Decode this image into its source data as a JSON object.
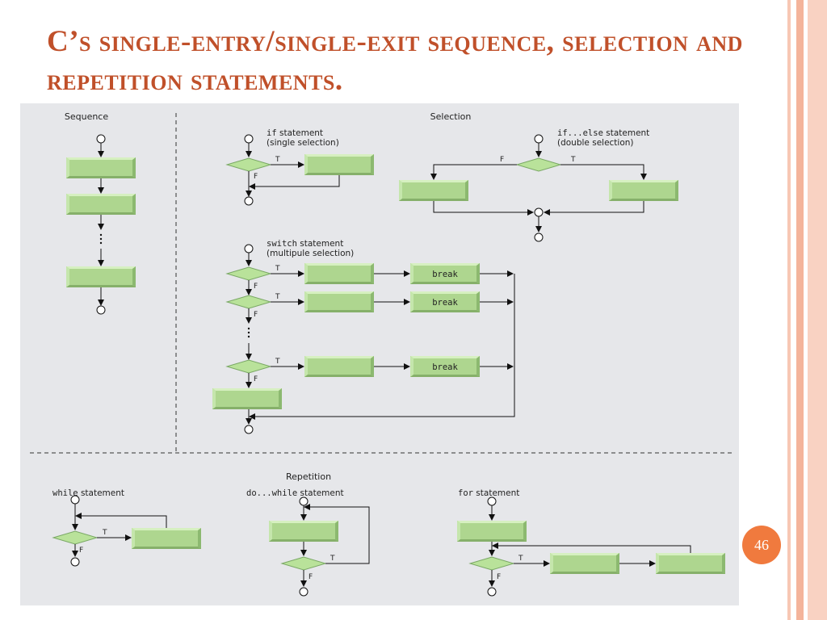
{
  "slide": {
    "title": "C’s single-entry/single-exit sequence, selection and repetition statements.",
    "page_number": "46"
  },
  "colors": {
    "title": "#c0502a",
    "box_fill": "#aed68f",
    "diamond_fill": "#b9e29a",
    "figure_bg": "#e6e7ea",
    "page_badge": "#f07a3e",
    "stripe": "#f7c7b4"
  },
  "diagram": {
    "sections": {
      "sequence": "Sequence",
      "selection": "Selection",
      "repetition": "Repetition"
    },
    "if_statement": {
      "keyword": "if",
      "rest": " statement",
      "sub": "(single selection)"
    },
    "if_else_statement": {
      "keyword": "if...else",
      "rest": " statement",
      "sub": "(double selection)"
    },
    "switch_statement": {
      "keyword": "switch",
      "rest": " statement",
      "sub": "(multipule selection)"
    },
    "while_statement": {
      "keyword": "while",
      "rest": " statement"
    },
    "do_while_statement": {
      "keyword": "do...while",
      "rest": " statement"
    },
    "for_statement": {
      "keyword": "for",
      "rest": " statement"
    },
    "break_label": "break",
    "true_label": "T",
    "false_label": "F"
  }
}
